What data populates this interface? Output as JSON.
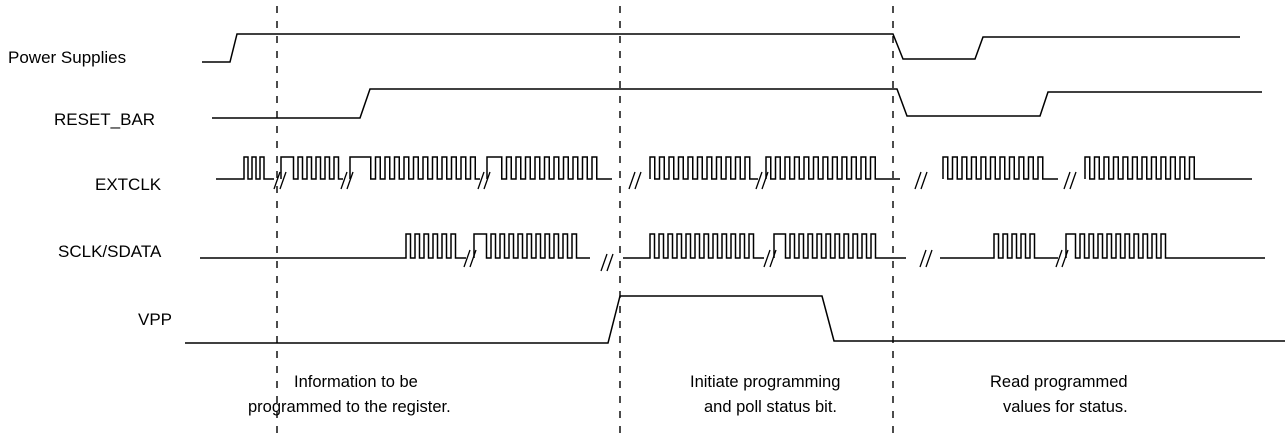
{
  "signals": [
    {
      "id": "power",
      "label": "Power Supplies"
    },
    {
      "id": "reset",
      "label": "RESET_BAR"
    },
    {
      "id": "extclk",
      "label": "EXTCLK"
    },
    {
      "id": "sclk",
      "label": "SCLK/SDATA"
    },
    {
      "id": "vpp",
      "label": "VPP"
    }
  ],
  "phases": [
    {
      "line1": "Information to be",
      "line2": "programmed to the register."
    },
    {
      "line1": "Initiate programming",
      "line2": "and poll status bit."
    },
    {
      "line1": "Read programmed",
      "line2": "values for status."
    }
  ]
}
